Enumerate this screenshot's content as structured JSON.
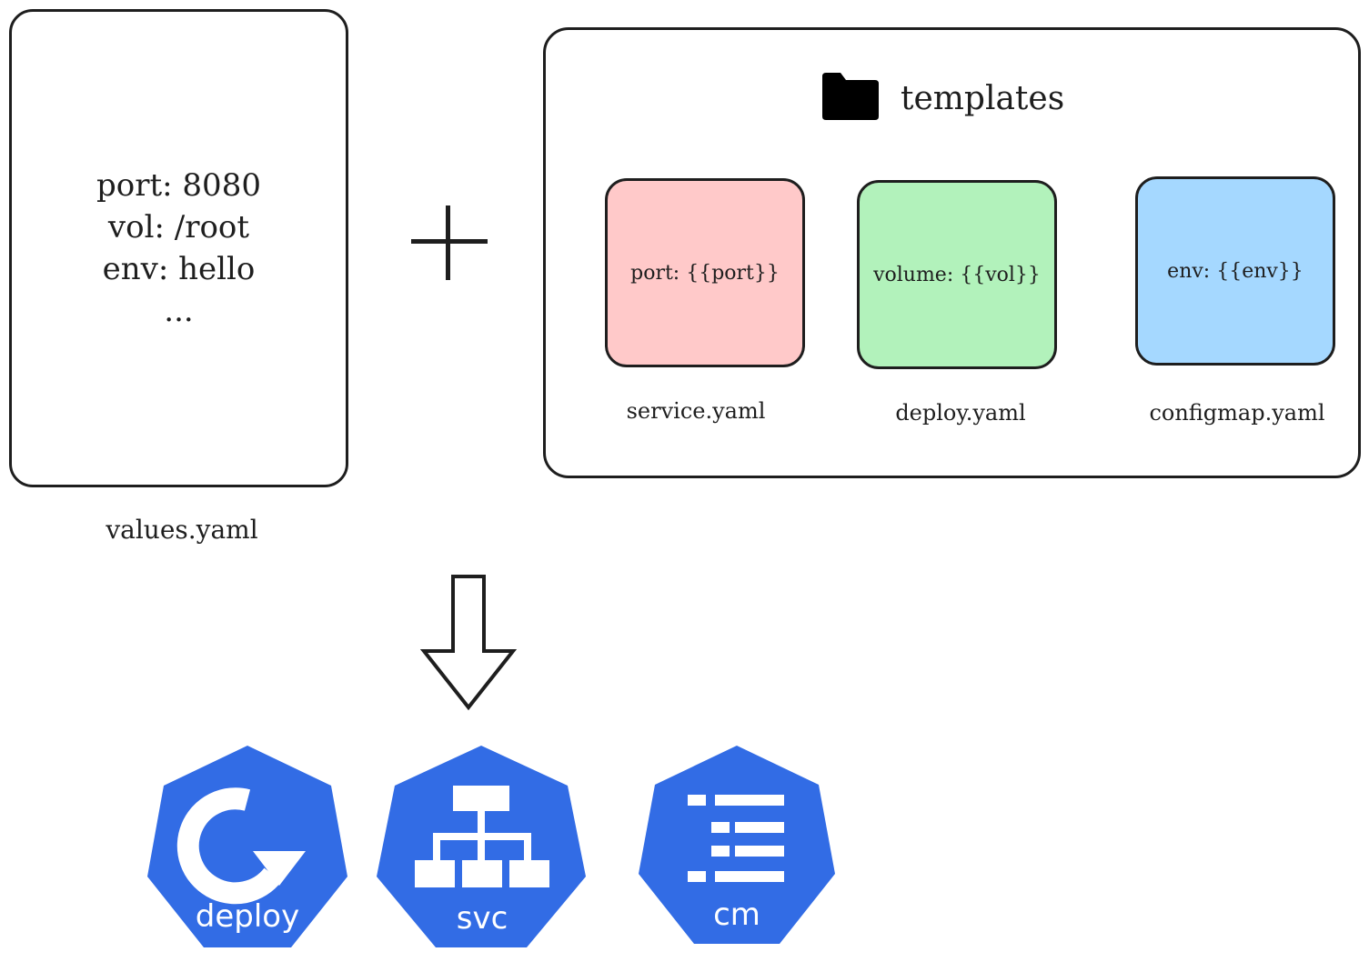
{
  "values_file": {
    "lines": [
      "port: 8080",
      "vol: /root",
      "env: hello",
      "..."
    ],
    "caption": "values.yaml"
  },
  "templates": {
    "title": "templates",
    "files": [
      {
        "content": "port: {{port}}",
        "caption": "service.yaml",
        "color": "#ffc9c9"
      },
      {
        "content": "volume: {{vol}}",
        "caption": "deploy.yaml",
        "color": "#b2f2bb"
      },
      {
        "content": "env: {{env}}",
        "caption": "configmap.yaml",
        "color": "#a5d8ff"
      }
    ]
  },
  "k8s_resources": [
    {
      "label": "deploy",
      "icon": "deployment-icon"
    },
    {
      "label": "svc",
      "icon": "service-icon"
    },
    {
      "label": "cm",
      "icon": "configmap-icon"
    }
  ],
  "colors": {
    "k8s_blue": "#326ce5",
    "stroke": "#1e1e1e"
  }
}
